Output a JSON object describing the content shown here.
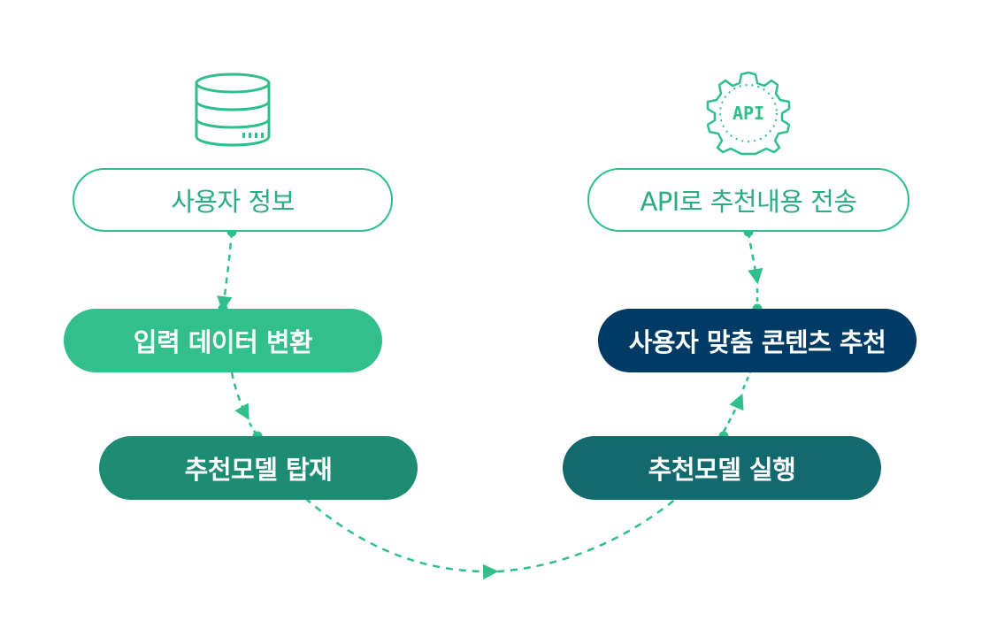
{
  "nodes": {
    "user_info": "사용자 정보",
    "input_transform": "입력 데이터 변환",
    "model_load": "추천모델 탑재",
    "api_send": "API로 추천내용 전송",
    "personalized": "사용자 맞춤 콘텐츠 추천",
    "model_run": "추천모델 실행"
  },
  "icons": {
    "database": "database-icon",
    "api_gear": "api-gear-icon",
    "api_label": "API"
  },
  "colors": {
    "accent_green": "#2fbf8a",
    "green": "#33bf8b",
    "teal": "#1e8c72",
    "navy": "#003b66",
    "dark_teal": "#126a6f"
  }
}
